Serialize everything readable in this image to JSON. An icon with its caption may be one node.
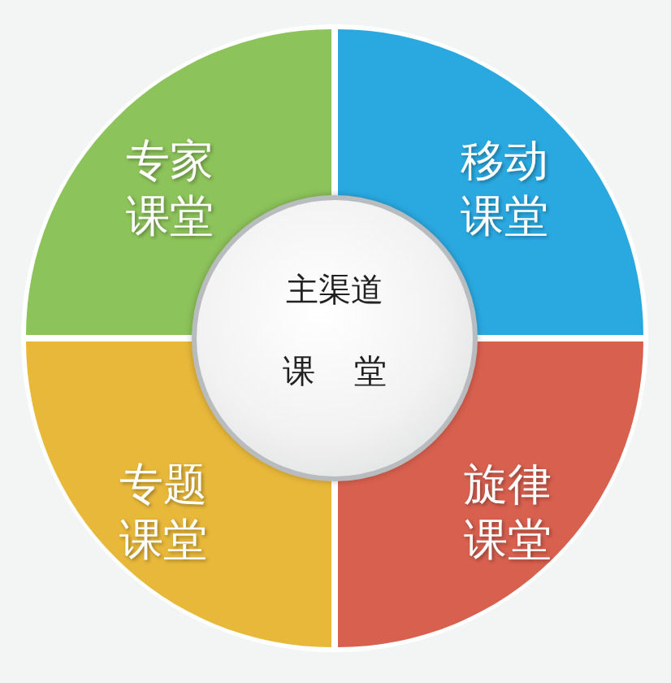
{
  "diagram": {
    "nodes": [
      {
        "text": [
          "专家课堂"
        ]
      },
      {
        "text": [
          "移动课堂"
        ]
      },
      {
        "text": [
          "主渠道",
          "课堂"
        ]
      },
      {
        "text": [
          "专题课堂"
        ]
      },
      {
        "text": [
          "旋律课堂"
        ]
      }
    ]
  }
}
